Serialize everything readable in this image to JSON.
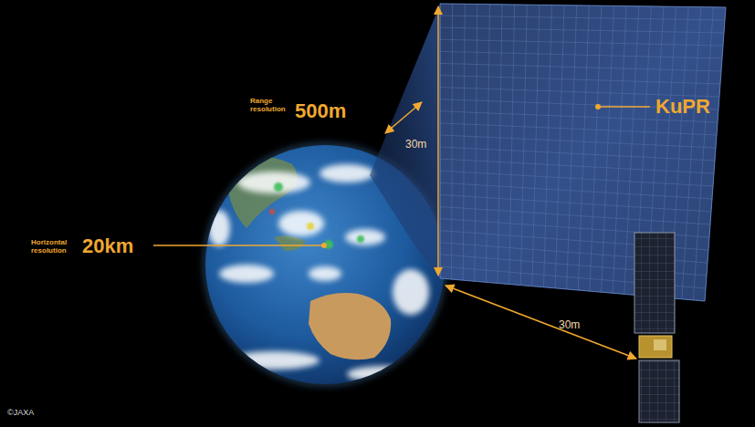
{
  "diagram": {
    "labels": [
      "Range resolution",
      "500m",
      "Horizontal resolution",
      "20km",
      "30m",
      "30m",
      "KuPR",
      "©JAXA"
    ]
  }
}
